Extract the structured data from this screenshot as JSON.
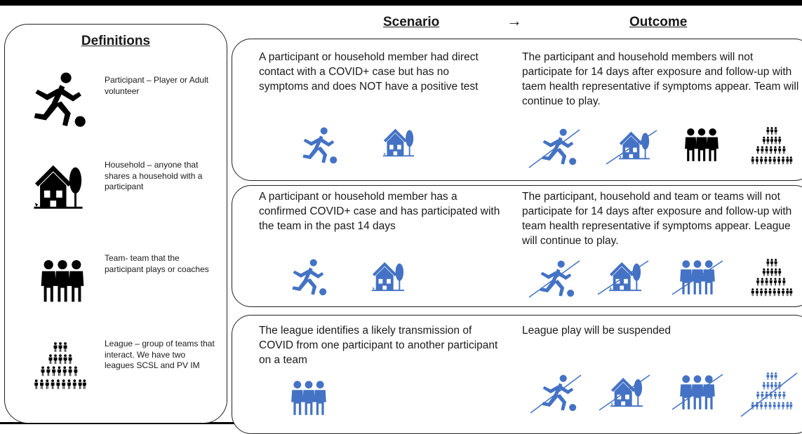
{
  "definitions": {
    "title": "Definitions",
    "items": [
      {
        "text": "Participant – Player or Adult volunteer",
        "icon": "participant-icon"
      },
      {
        "text": "Household – anyone that shares a household with a participant",
        "icon": "household-icon"
      },
      {
        "text": "Team- team that the participant plays or coaches",
        "icon": "team-icon"
      },
      {
        "text": "League – group of teams that interact. We have two leagues SCSL and PV IM",
        "icon": "league-icon"
      }
    ]
  },
  "header": {
    "scenario": "Scenario",
    "arrow": "→",
    "outcome": "Outcome"
  },
  "scenarios": [
    {
      "scenario": "A participant or household member had direct contact with a COVID+ case but has no symptoms and  does NOT have a positive test",
      "outcome": "The participant and household members will not participate for 14 days after exposure and follow-up with taem health representative if symptoms appear.  Team will continue to play."
    },
    {
      "scenario": "A participant or household member has a confirmed COVID+ case and has participated with the team in the past 14 days",
      "outcome": "The participant, household and team or teams will not participate for 14 days after exposure and follow-up with team health representative  if symptoms appear.  League will continue to play."
    },
    {
      "scenario": "The league identifies a likely transmission of COVID from one participant to another participant on a team",
      "outcome": "League play will be suspended"
    }
  ],
  "colors": {
    "icon_blue": "#4472C4",
    "icon_black": "#000000"
  }
}
